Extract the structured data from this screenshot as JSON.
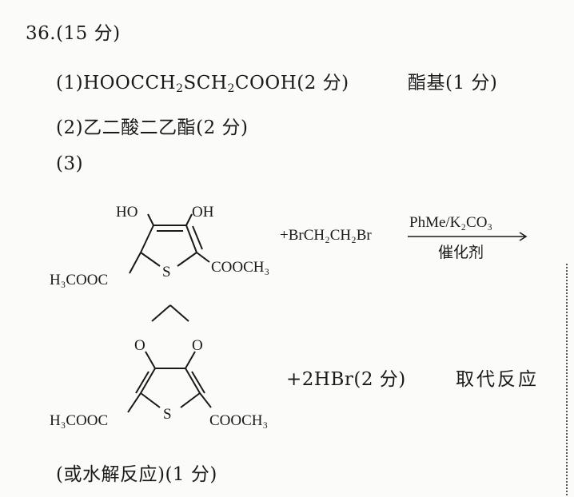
{
  "question": {
    "number": "36.",
    "score": "(15 分)"
  },
  "part1": {
    "label": "(1)",
    "formula_a": "HOOCCH",
    "sub_a": "2",
    "formula_b": "SCH",
    "sub_b": "2",
    "formula_c": "COOH",
    "score": "(2 分)",
    "answer": "酯基",
    "answer_score": "(1 分)"
  },
  "part2": {
    "label": "(2)",
    "answer": "乙二酸二乙酯",
    "score": "(2 分)"
  },
  "part3": {
    "label": "(3)",
    "reactant": {
      "oh_left": "HO",
      "oh_right": "OH",
      "s": "S",
      "ester_left": "H₃COOC",
      "ester_right": "COOCH₃"
    },
    "reagent": "+BrCH₂CH₂Br",
    "arrow_top": "PhMe/K₂CO₃",
    "arrow_bottom": "催化剂",
    "product": {
      "o_left": "O",
      "o_right": "O",
      "s": "S",
      "ester_left": "H₃COOC",
      "ester_right": "COOCH₃"
    },
    "byproduct": "+2HBr",
    "byproduct_score": "(2 分)",
    "reaction_type": "取代反应",
    "alt_type": "(或水解反应)",
    "alt_score": "(1 分)"
  }
}
